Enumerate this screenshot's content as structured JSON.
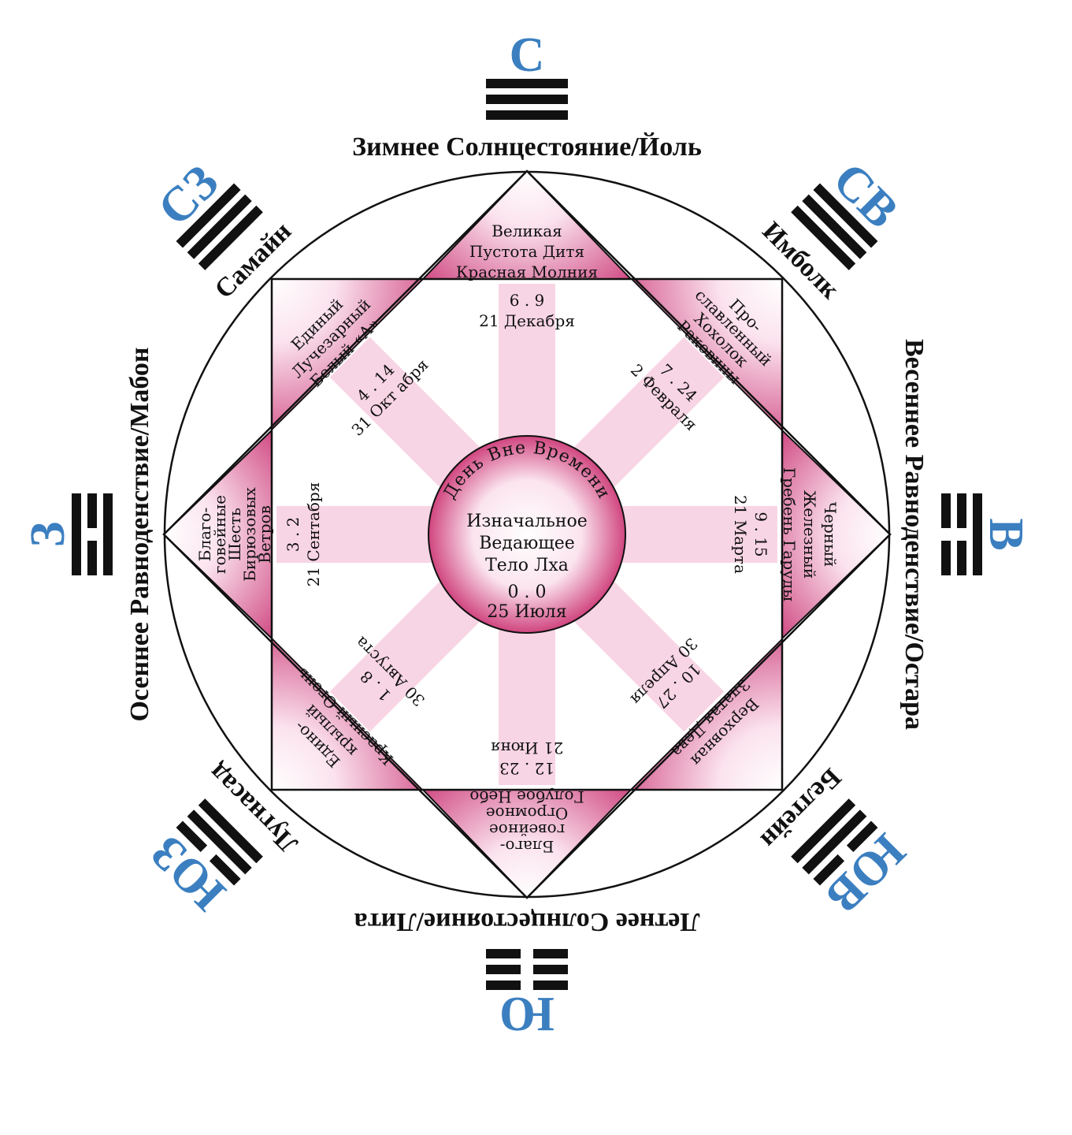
{
  "colors": {
    "direction": "#3b7fc0",
    "pink_light": "#fbe3ee",
    "pink_dark": "#cc3d7a",
    "ray": "#f8d5e4",
    "line": "#111111"
  },
  "center": {
    "arc_text": "День Вне Времени",
    "lines": [
      "Изначальное",
      "Ведающее",
      "Тело Лха"
    ],
    "number": "0 . 0",
    "date": "25 Июля"
  },
  "points": [
    {
      "id": "n",
      "direction": "С",
      "festival": "Зимнее Солнцестояние/Йоль",
      "trigram": [
        1,
        1,
        1
      ],
      "label": [
        "Великая",
        "Пустота Дитя",
        "Красная Молния"
      ],
      "number": "6 . 9",
      "date": "21 Декабря"
    },
    {
      "id": "ne",
      "direction": "СВ",
      "festival": "Имболк",
      "trigram": [
        1,
        1,
        1
      ],
      "label": [
        "Про-",
        "славленный",
        "Хохолок",
        "Раковины"
      ],
      "number": "7 . 24",
      "date": "2 Февраля"
    },
    {
      "id": "e",
      "direction": "В",
      "festival": "Весеннее Равноденствие/Остара",
      "trigram": [
        1,
        0,
        0
      ],
      "label": [
        "Черный",
        "Железный",
        "Гребень Гаруды"
      ],
      "number": "9 . 15",
      "date": "21 Марта"
    },
    {
      "id": "se",
      "direction": "ЮВ",
      "festival": "Белтейн",
      "trigram": [
        0,
        1,
        1
      ],
      "label": [
        "Верховная",
        "Златая Дева"
      ],
      "number": "10 . 27",
      "date": "30 Апреля"
    },
    {
      "id": "s",
      "direction": "Ю",
      "festival": "Летнее Солнцестояние/Лита",
      "trigram": [
        0,
        0,
        0
      ],
      "label": [
        "Благо-",
        "говейное",
        "Огромное",
        "Голубое Небо"
      ],
      "number": "12 . 23",
      "date": "21 Июня"
    },
    {
      "id": "sw",
      "direction": "ЮЗ",
      "festival": "Лугнасад",
      "trigram": [
        0,
        1,
        1
      ],
      "label": [
        "Едино-",
        "крылый",
        "Красный Огонь"
      ],
      "number": "1 . 8",
      "date": "30 Августа"
    },
    {
      "id": "w",
      "direction": "З",
      "festival": "Осеннее Равноденствие/Мабон",
      "trigram": [
        1,
        0,
        1
      ],
      "label": [
        "Благо-",
        "говейные",
        "Шесть",
        "Бирюзовых",
        "Ветров"
      ],
      "number": "3 . 2",
      "date": "21 Сентабря"
    },
    {
      "id": "nw",
      "direction": "СЗ",
      "festival": "Самайн",
      "trigram": [
        1,
        1,
        1
      ],
      "label": [
        "Единый",
        "Лучезарный",
        "Белый «А»"
      ],
      "number": "4 . 14",
      "date": "31 Окт абря"
    }
  ]
}
